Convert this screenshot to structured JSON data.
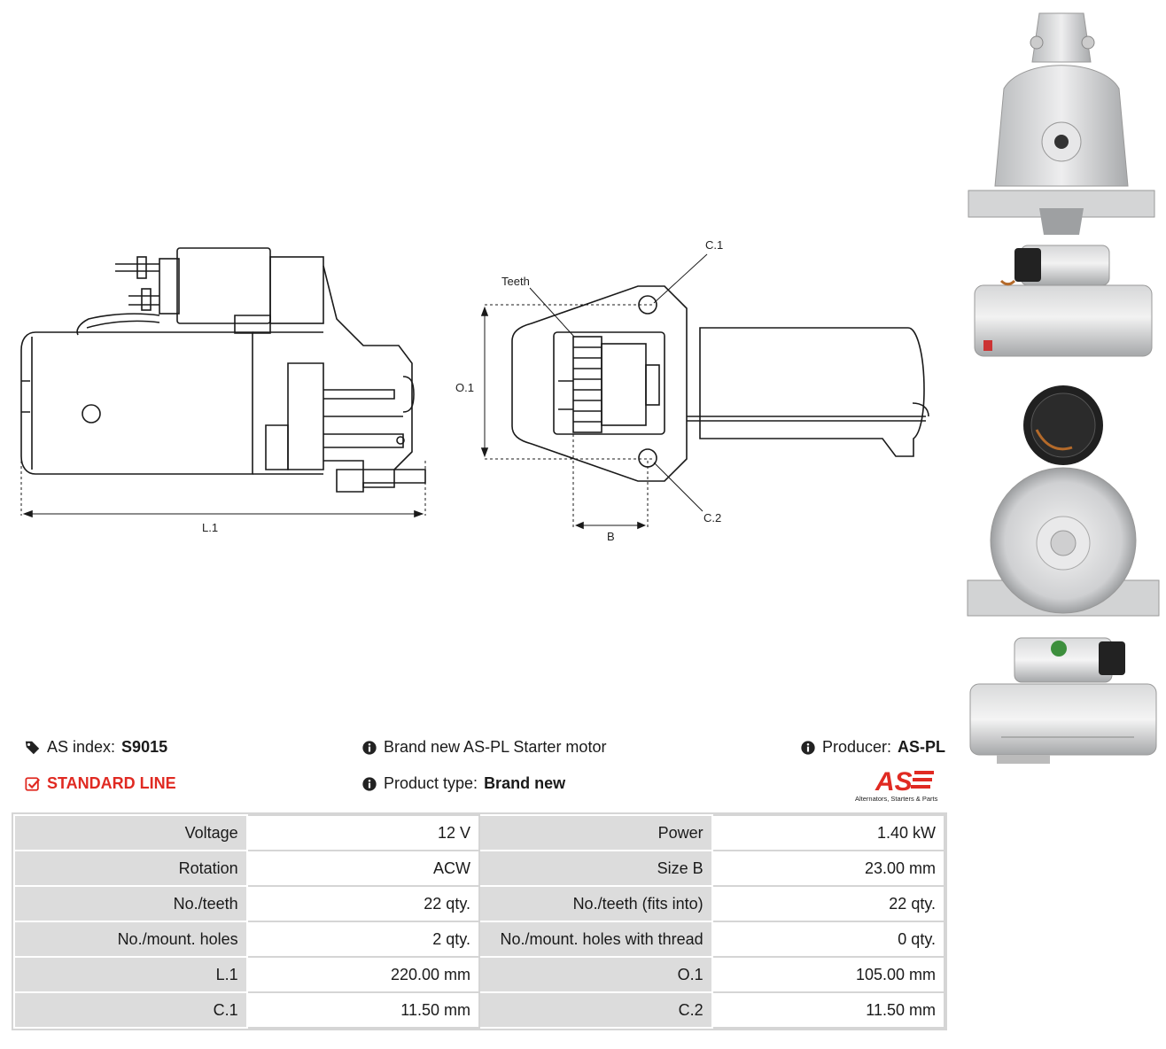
{
  "diagram": {
    "labels": {
      "l1": "L.1",
      "o1": "O.1",
      "teeth": "Teeth",
      "c1": "C.1",
      "c2": "C.2",
      "b": "B"
    }
  },
  "info": {
    "as_index_label": "AS index:",
    "as_index_value": "S9015",
    "line": "STANDARD LINE",
    "description": "Brand new AS-PL Starter motor",
    "product_type_label": "Product type:",
    "product_type_value": "Brand new",
    "producer_label": "Producer:",
    "producer_value": "AS-PL"
  },
  "logo": {
    "text": "AS",
    "tagline": "Alternators, Starters & Parts",
    "color": "#e02a22"
  },
  "specs": [
    {
      "k1": "Voltage",
      "v1": "12 V",
      "k2": "Power",
      "v2": "1.40 kW"
    },
    {
      "k1": "Rotation",
      "v1": "ACW",
      "k2": "Size B",
      "v2": "23.00 mm"
    },
    {
      "k1": "No./teeth",
      "v1": "22 qty.",
      "k2": "No./teeth (fits into)",
      "v2": "22 qty."
    },
    {
      "k1": "No./mount. holes",
      "v1": "2 qty.",
      "k2": "No./mount. holes with thread",
      "v2": "0 qty."
    },
    {
      "k1": "L.1",
      "v1": "220.00 mm",
      "k2": "O.1",
      "v2": "105.00 mm"
    },
    {
      "k1": "C.1",
      "v1": "11.50 mm",
      "k2": "C.2",
      "v2": "11.50 mm"
    }
  ],
  "icons": [
    "tags-icon",
    "check-square-icon",
    "info-circle-icon"
  ]
}
